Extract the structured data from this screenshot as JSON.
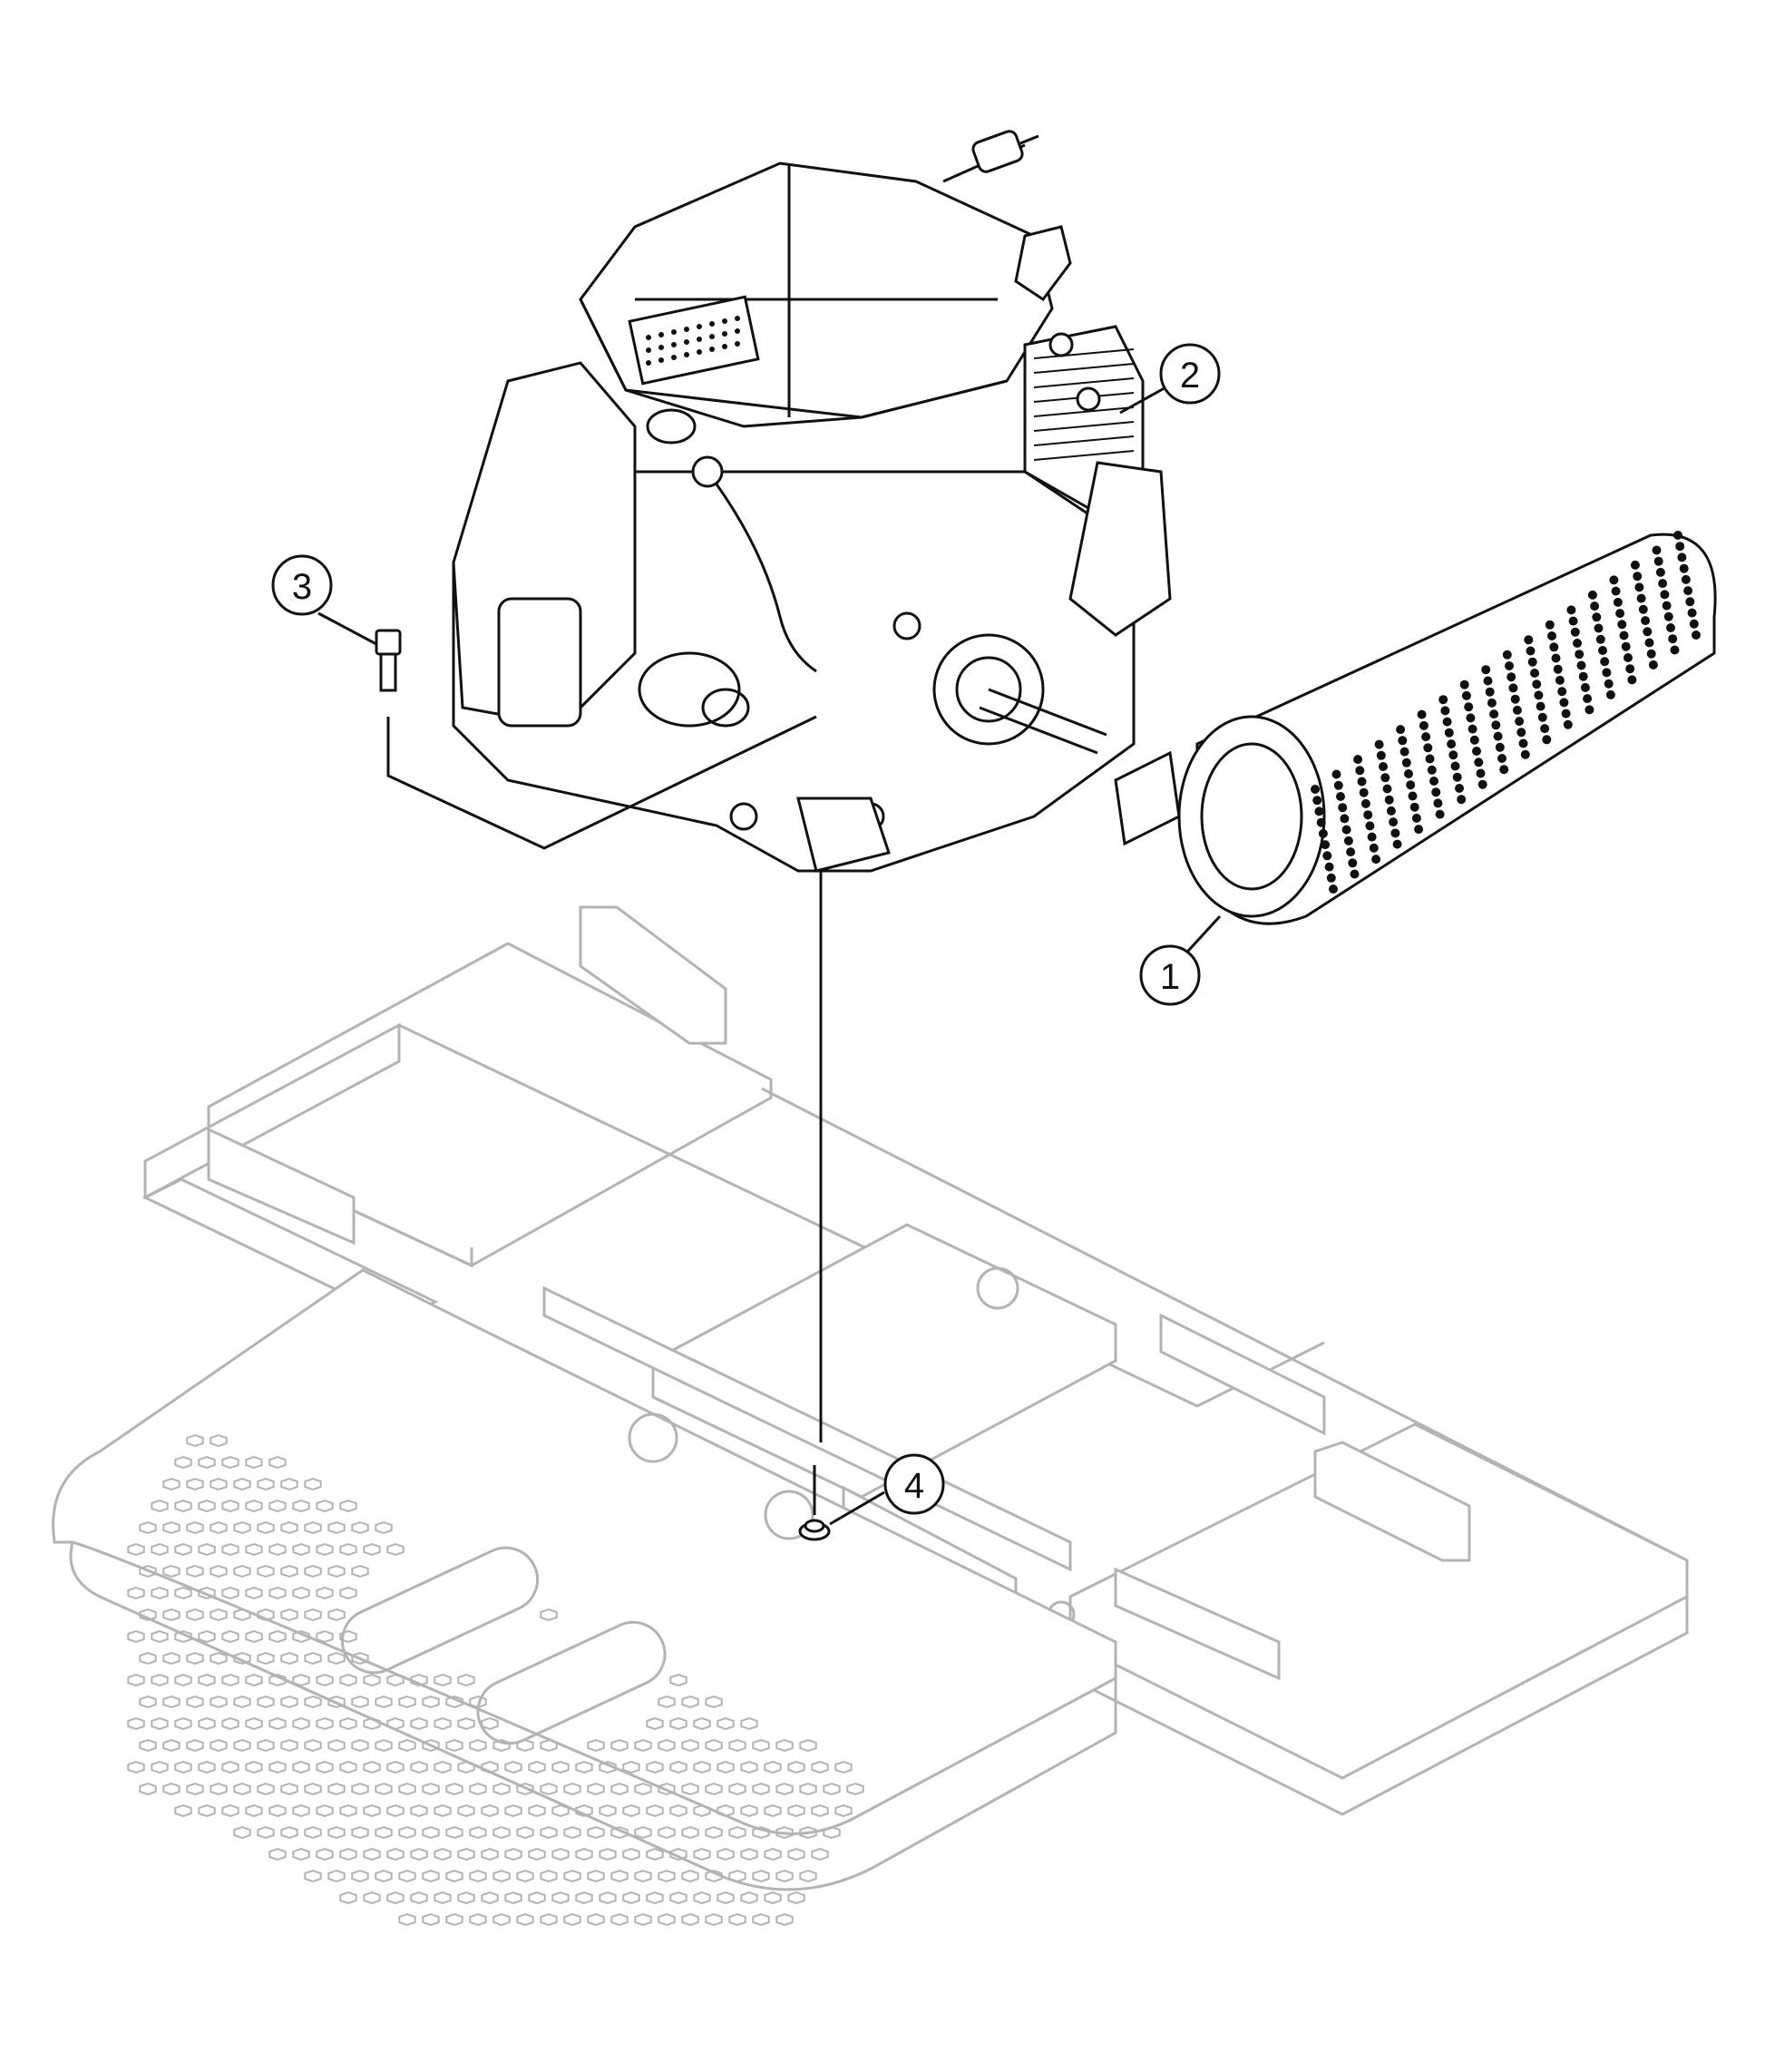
{
  "callouts": [
    {
      "id": "1",
      "label": "1",
      "part": "muffler"
    },
    {
      "id": "2",
      "label": "2",
      "part": "engine"
    },
    {
      "id": "3",
      "label": "3",
      "part": "bolt"
    },
    {
      "id": "4",
      "label": "4",
      "part": "nut"
    }
  ],
  "colors": {
    "ink": "#111111",
    "frame_ghost": "#b3b3b3",
    "background": "#ffffff"
  }
}
